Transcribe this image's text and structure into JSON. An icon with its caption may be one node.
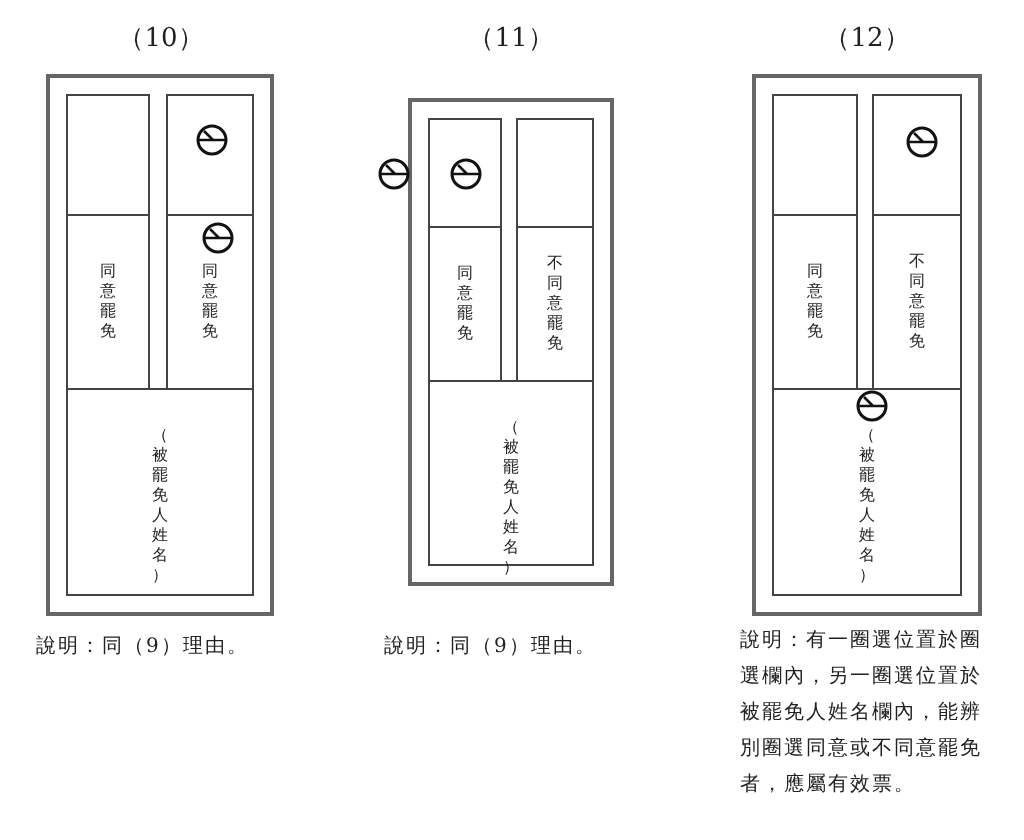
{
  "diagram": {
    "nodes": [
      {
        "text": [
          "（10）"
        ],
        "beside": [
          "說明：同（9）理由。"
        ]
      },
      {
        "text": [],
        "shape": "box",
        "in": 0
      },
      {
        "text": [],
        "shape": "box",
        "in": 0
      },
      {
        "text": [
          "同意罷免"
        ],
        "in": 0
      },
      {
        "text": [
          "同意罷免"
        ],
        "in": 0
      },
      {
        "text": [
          "（被罷免人姓名）"
        ],
        "in": 0
      },
      {
        "text": [
          "（11）"
        ],
        "beside": [
          "說明：同（9）理由。"
        ]
      },
      {
        "text": [],
        "shape": "box",
        "in": 6
      },
      {
        "text": [],
        "shape": "box",
        "in": 6
      },
      {
        "text": [
          "同意罷免"
        ],
        "in": 6
      },
      {
        "text": [
          "不同意罷免"
        ],
        "in": 6
      },
      {
        "text": [
          "（被罷免人姓名）"
        ],
        "in": 6
      },
      {
        "text": [
          "（12）"
        ],
        "beside": [
          "說明：有一圈選位置於圈選欄內，另一圈選位置於被罷免人姓名欄內，能辨別圈選同意或不同意罷免者，應屬有效票。"
        ]
      },
      {
        "text": [],
        "shape": "box",
        "in": 12
      },
      {
        "text": [],
        "shape": "box",
        "in": 12
      },
      {
        "text": [
          "同意罷免"
        ],
        "in": 12
      },
      {
        "text": [
          "不同意罷免"
        ],
        "in": 12
      },
      {
        "text": [
          "（被罷免人姓名）"
        ],
        "in": 12
      }
    ],
    "edges": []
  }
}
